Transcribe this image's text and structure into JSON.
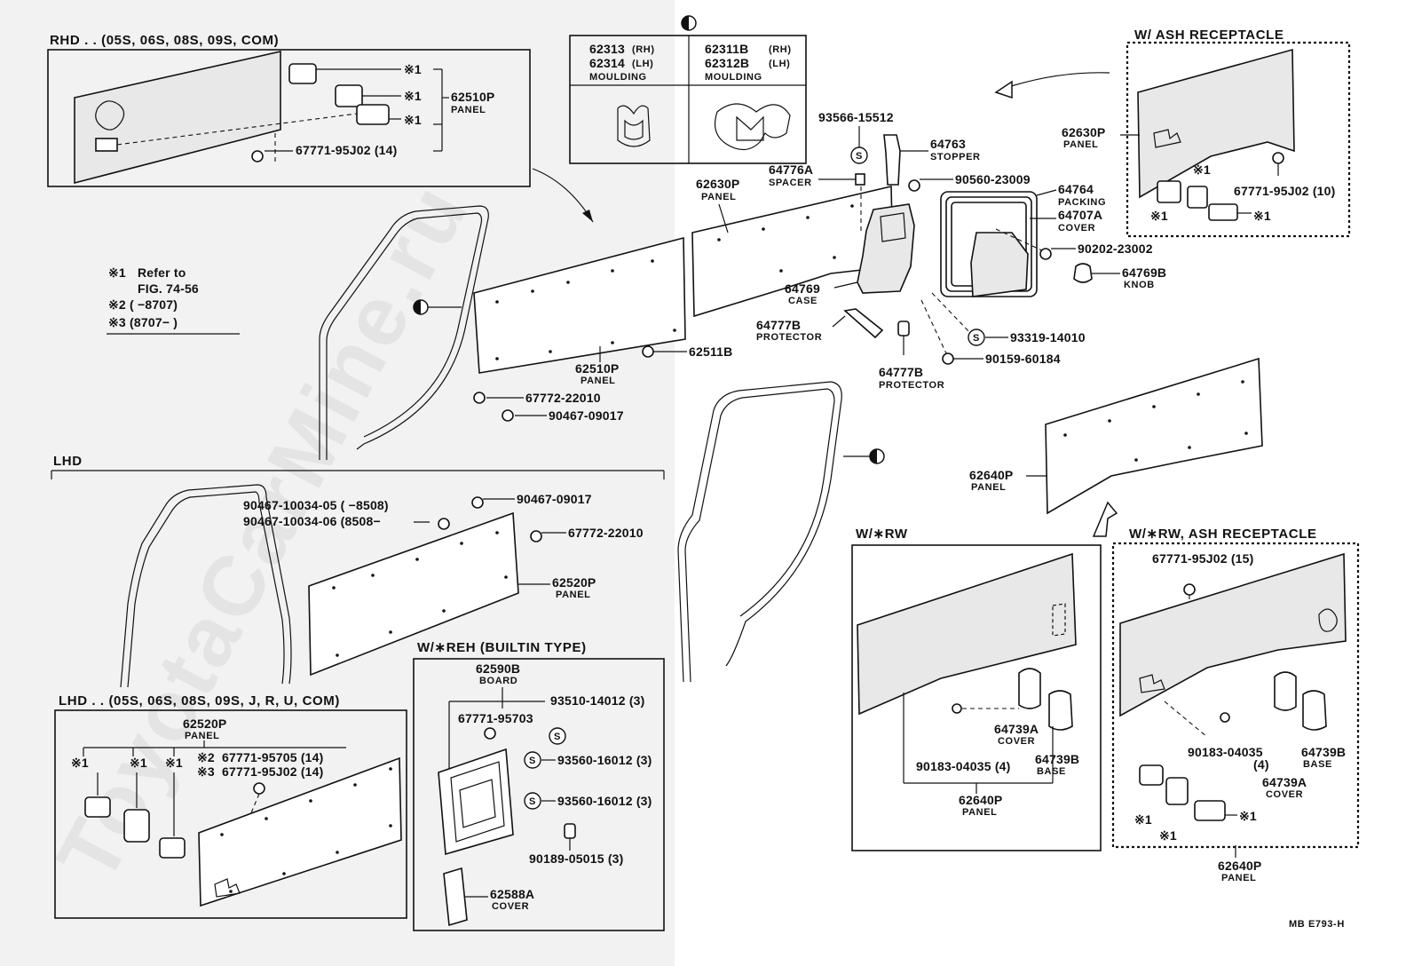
{
  "sections": {
    "rhd_header": "RHD . . (05S, 06S, 08S, 09S, COM)",
    "lhd_header": "LHD",
    "lhd_sub_header": "LHD . . (05S, 06S, 08S, 09S, J, R, U, COM)",
    "reh_header": "W/∗REH  (BUILTIN TYPE)",
    "ash_header": "W/ ASH  RECEPTACLE",
    "rw_header": "W/∗RW",
    "rw_ash_header": "W/∗RW,  ASH  RECEPTACLE"
  },
  "notes": {
    "n1_mark": "※1",
    "n1_line1": "Refer to",
    "n1_line2": "FIG. 74-56",
    "n2": "※2 (         −8707)",
    "n3": "※3 (8707−          )"
  },
  "moulding": {
    "rh_a": "62313",
    "rh_a_side": "(RH)",
    "lh_a": "62314",
    "lh_a_side": "(LH)",
    "rh_b": "62311B",
    "rh_b_side": "(RH)",
    "lh_b": "62312B",
    "lh_b_side": "(LH)",
    "name": "MOULDING"
  },
  "labels": {
    "ref1": "※1",
    "ref2": "※2",
    "ref3": "※3",
    "s": "S",
    "p62510P": "62510P",
    "panel": "PANEL",
    "p67771_95J02_14": "67771-95J02 (14)",
    "p62630P": "62630P",
    "p62511B": "62511B",
    "p67772_22010": "67772-22010",
    "p90467_09017": "90467-09017",
    "p90467_10034_05": "90467-10034-05 (       −8508)",
    "p90467_10034_06": "90467-10034-06 (8508−",
    "p62520P": "62520P",
    "p67771_95705_14": "67771-95705 (14)",
    "p62590B": "62590B",
    "board": "BOARD",
    "p93510_14012": "93510-14012 (3)",
    "p67771_95703": "67771-95703",
    "p93560_16012": "93560-16012 (3)",
    "p90189_05015": "90189-05015 (3)",
    "p62588A": "62588A",
    "cover": "COVER",
    "p93566_15512": "93566-15512",
    "p64763": "64763",
    "stopper": "STOPPER",
    "p64776A": "64776A",
    "spacer": "SPACER",
    "p90560_23009": "90560-23009",
    "p64764": "64764",
    "packing": "PACKING",
    "p64707A": "64707A",
    "p90202_23002": "90202-23002",
    "p64769B": "64769B",
    "knob": "KNOB",
    "p64769": "64769",
    "case": "CASE",
    "p64777B": "64777B",
    "protector": "PROTECTOR",
    "p93319_14010": "93319-14010",
    "p90159_60184": "90159-60184",
    "p67771_95J02_10": "67771-95J02 (10)",
    "p62640P": "62640P",
    "p67771_95J02_15": "67771-95J02 (15)",
    "p64739A": "64739A",
    "p64739B": "64739B",
    "base": "BASE",
    "p90183_04035_4": "90183-04035 (4)",
    "p90183_04035": "90183-04035",
    "p4": "(4)",
    "footer": "MB  E793-H"
  },
  "watermark": "ToyotaCarMine.ru"
}
